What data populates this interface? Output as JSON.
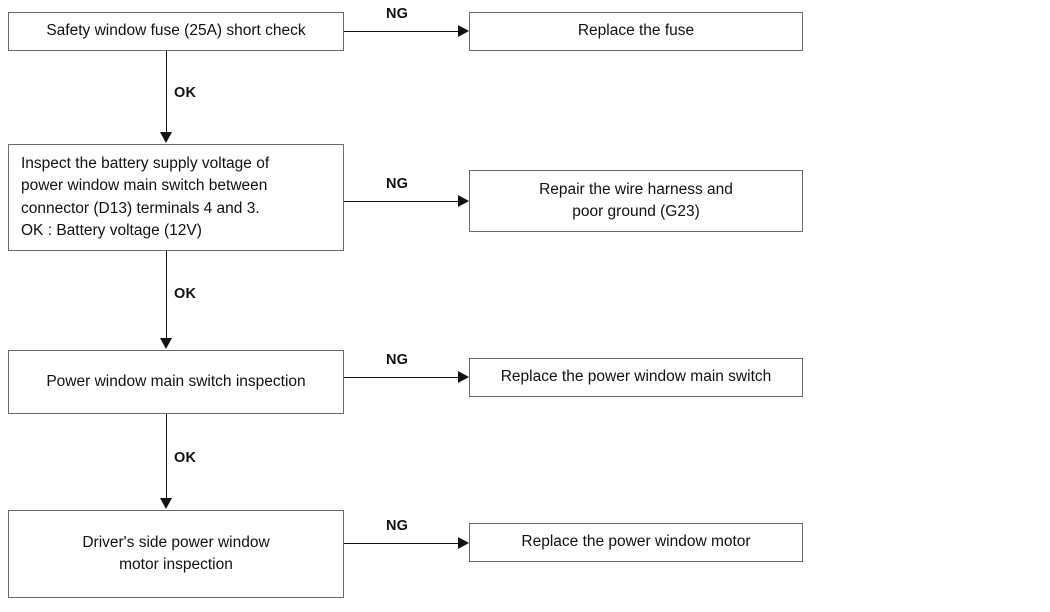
{
  "diagram": {
    "title": "Power window troubleshooting flowchart",
    "colors": {
      "box_border": "#6b6b6b",
      "line": "#111111",
      "text": "#111111",
      "background": "#ffffff"
    },
    "steps": [
      {
        "id": "step-1",
        "check_label": "Safety window fuse (25A) short check",
        "ng_label": "NG",
        "ng_result": "Replace the fuse",
        "ok_label": "OK"
      },
      {
        "id": "step-2",
        "check_label": "Inspect the battery supply voltage of\npower window main switch between\nconnector (D13) terminals 4 and 3.\nOK : Battery voltage (12V)",
        "ng_label": "NG",
        "ng_result": "Repair the wire harness and\npoor ground (G23)",
        "ok_label": "OK"
      },
      {
        "id": "step-3",
        "check_label": "Power window main switch inspection",
        "ng_label": "NG",
        "ng_result": "Replace the power window main switch",
        "ok_label": "OK"
      },
      {
        "id": "step-4",
        "check_label": "Driver's side power window\nmotor  inspection",
        "ng_label": "NG",
        "ng_result": "Replace the power window motor",
        "ok_label": ""
      }
    ]
  }
}
